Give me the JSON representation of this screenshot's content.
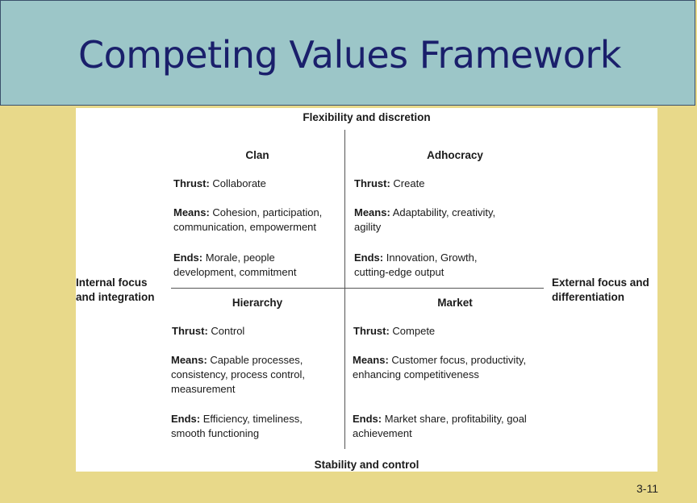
{
  "slide": {
    "title": "Competing Values Framework",
    "page_number": "3-11"
  },
  "framework": {
    "top_axis": "Flexibility and discretion",
    "bottom_axis": "Stability and control",
    "left_axis": [
      "Internal focus",
      "and integration"
    ],
    "right_axis": [
      "External focus and",
      "differentiation"
    ],
    "quadrants": {
      "clan": {
        "title": "Clan",
        "thrust_label": "Thrust:",
        "thrust": "Collaborate",
        "means_label": "Means:",
        "means": [
          "Cohesion, participation,",
          "communication, empowerment"
        ],
        "ends_label": "Ends:",
        "ends": [
          "Morale, people",
          "development, commitment"
        ]
      },
      "adhocracy": {
        "title": "Adhocracy",
        "thrust_label": "Thrust:",
        "thrust": "Create",
        "means_label": "Means:",
        "means": [
          "Adaptability, creativity,",
          "agility"
        ],
        "ends_label": "Ends:",
        "ends": [
          "Innovation, Growth,",
          "cutting-edge output"
        ]
      },
      "hierarchy": {
        "title": "Hierarchy",
        "thrust_label": "Thrust:",
        "thrust": "Control",
        "means_label": "Means:",
        "means": [
          "Capable processes,",
          "consistency, process control,",
          "measurement"
        ],
        "ends_label": "Ends:",
        "ends": [
          "Efficiency, timeliness,",
          "smooth functioning"
        ]
      },
      "market": {
        "title": "Market",
        "thrust_label": "Thrust:",
        "thrust": "Compete",
        "means_label": "Means:",
        "means": [
          "Customer focus, productivity,",
          "enhancing competitiveness"
        ],
        "ends_label": "Ends:",
        "ends": [
          "Market share, profitability, goal",
          "achievement"
        ]
      }
    }
  }
}
